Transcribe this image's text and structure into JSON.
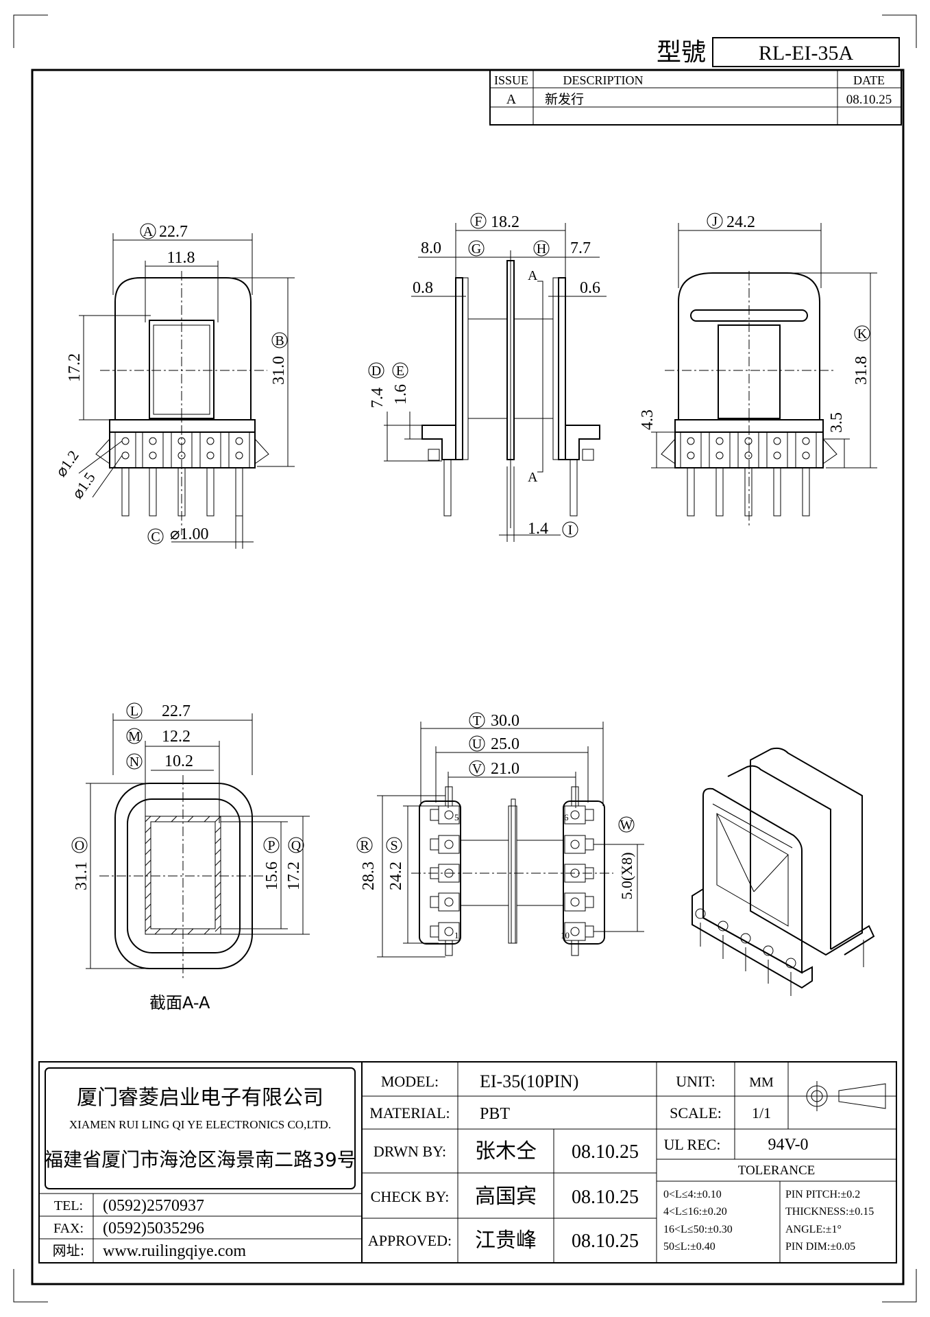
{
  "header": {
    "model_label": "型號",
    "model_value": "RL-EI-35A"
  },
  "revision": {
    "col_issue": "ISSUE",
    "col_description": "DESCRIPTION",
    "col_date": "DATE",
    "rows": [
      {
        "issue": "A",
        "description": "新发行",
        "date": "08.10.25"
      }
    ]
  },
  "dimensions": {
    "A": "A",
    "A_val": "22.7",
    "a_inner": "11.8",
    "B": "B",
    "B_val": "31.0",
    "h17": "17.2",
    "d12": "⌀1.2",
    "d15": "⌀1.5",
    "C": "C",
    "C_val": "⌀1.00",
    "F": "F",
    "F_val": "18.2",
    "G": "G",
    "G_val": "8.0",
    "H": "H",
    "H_val": "7.7",
    "v08": "0.8",
    "v06": "0.6",
    "D": "D",
    "D_val": "7.4",
    "E": "E",
    "E_val": "1.6",
    "I": "I",
    "I_val": "1.4",
    "sect_a": "A",
    "J": "J",
    "J_val": "24.2",
    "K": "K",
    "K_val": "31.8",
    "v43": "4.3",
    "v35": "3.5",
    "L": "L",
    "L_val": "22.7",
    "M": "M",
    "M_val": "12.2",
    "N": "N",
    "N_val": "10.2",
    "O": "O",
    "O_val": "31.1",
    "P": "P",
    "P_val": "15.6",
    "Q": "Q",
    "Q_val": "17.2",
    "section_label": "截面A-A",
    "T": "T",
    "T_val": "30.0",
    "U": "U",
    "U_val": "25.0",
    "V": "V",
    "V_val": "21.0",
    "R": "R",
    "R_val": "28.3",
    "S": "S",
    "S_val": "24.2",
    "W": "W",
    "W_val": "5.0(X8)",
    "pin5": "5",
    "pin6": "6",
    "pin1": "1",
    "pin10": "10"
  },
  "company": {
    "name_cn": "厦门睿菱启业电子有限公司",
    "name_en": "XIAMEN RUI LING QI YE ELECTRONICS CO,LTD.",
    "address": "福建省厦门市海沧区海景南二路39号",
    "tel_label": "TEL:",
    "tel": "(0592)2570937",
    "fax_label": "FAX:",
    "fax": "(0592)5035296",
    "web_label": "网址:",
    "web": "www.ruilingqiye.com"
  },
  "titleblock": {
    "model_label": "MODEL:",
    "model": "EI-35(10PIN)",
    "unit_label": "UNIT:",
    "unit": "MM",
    "material_label": "MATERIAL:",
    "material": "PBT",
    "scale_label": "SCALE:",
    "scale": "1/1",
    "drawn_label": "DRWN BY:",
    "drawn_by": "张木仝",
    "drawn_date": "08.10.25",
    "ul_label": "UL REC:",
    "ul": "94V-0",
    "check_label": "CHECK BY:",
    "check_by": "高国宾",
    "check_date": "08.10.25",
    "approved_label": "APPROVED:",
    "approved_by": "江贵峰",
    "approved_date": "08.10.25",
    "tolerance_label": "TOLERANCE",
    "tol_1": "0<L≤4:±0.10",
    "tol_2": "4<L≤16:±0.20",
    "tol_3": "16<L≤50:±0.30",
    "tol_4": "50≤L:±0.40",
    "tol_pitch": "PIN PITCH:±0.2",
    "tol_thick": "THICKNESS:±0.15",
    "tol_angle": "ANGLE:±1°",
    "tol_pindim": "PIN DIM:±0.05"
  }
}
